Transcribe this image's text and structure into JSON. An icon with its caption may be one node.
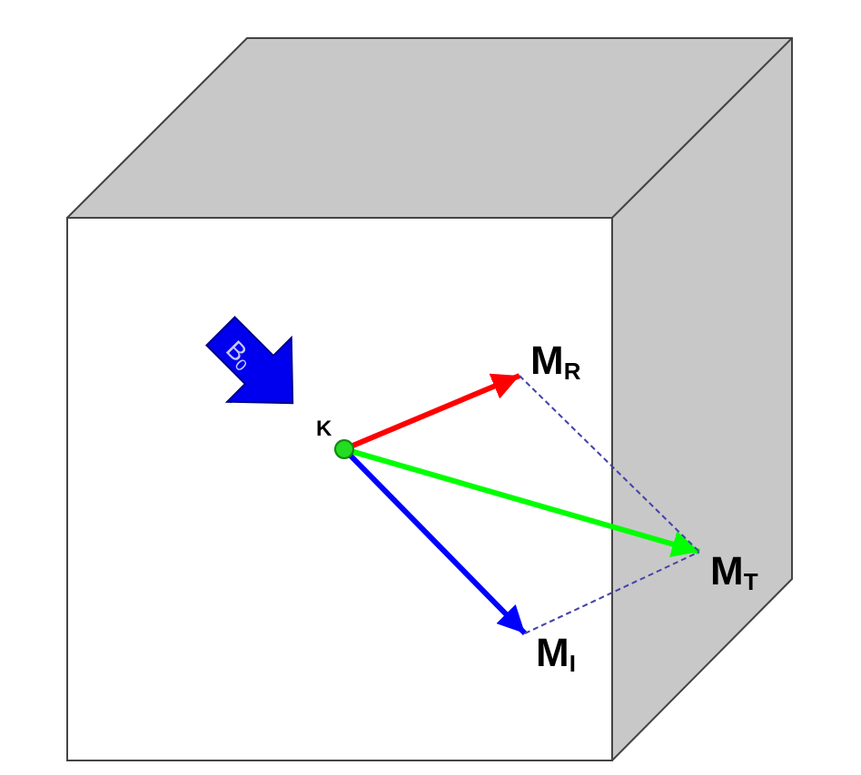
{
  "diagram": {
    "nodes": [
      {
        "text": [],
        "shape": "circle",
        "beside": [
          "K"
        ]
      },
      {
        "text": [
          "M$_{R}$"
        ]
      },
      {
        "text": [
          "M$_{T}$"
        ]
      },
      {
        "text": [
          "M$_{I}$"
        ]
      },
      {
        "text": [
          "B$_{0}$"
        ]
      }
    ],
    "edges": [
      {
        "from": 0,
        "to": 1,
        "arrow": "to",
        "color": "#ff0000"
      },
      {
        "from": 0,
        "to": 2,
        "arrow": "to",
        "color": "#00ff00"
      },
      {
        "from": 0,
        "to": 3,
        "arrow": "to",
        "color": "#0000ff"
      },
      {
        "from": 1,
        "to": 2,
        "arrow": "none",
        "style": "dashed",
        "color": "#4444aa"
      },
      {
        "from": 3,
        "to": 2,
        "arrow": "none",
        "style": "dashed",
        "color": "#4444aa"
      }
    ]
  }
}
